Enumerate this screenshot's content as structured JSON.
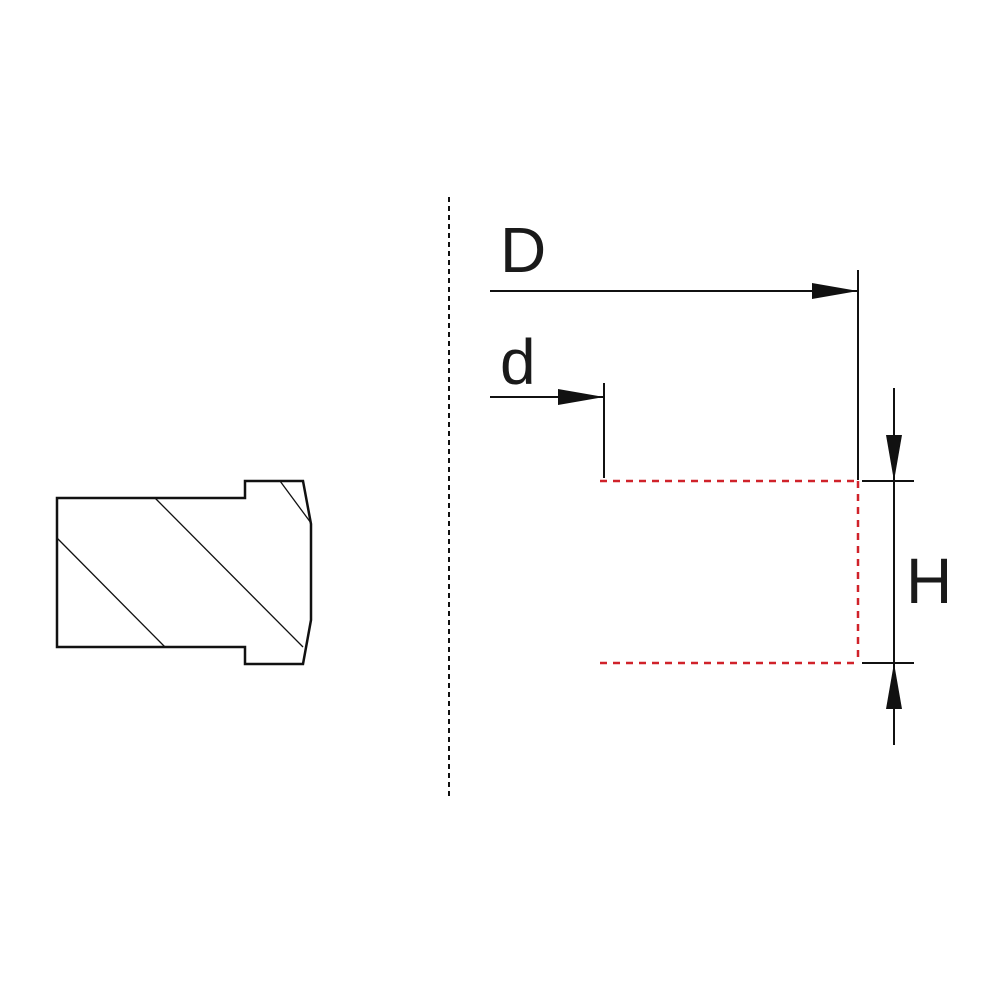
{
  "labels": {
    "outer_diameter": "D",
    "inner_diameter": "d",
    "height": "H"
  },
  "colors": {
    "line": "#111111",
    "hidden_outline": "#d0222a",
    "background": "#ffffff"
  }
}
